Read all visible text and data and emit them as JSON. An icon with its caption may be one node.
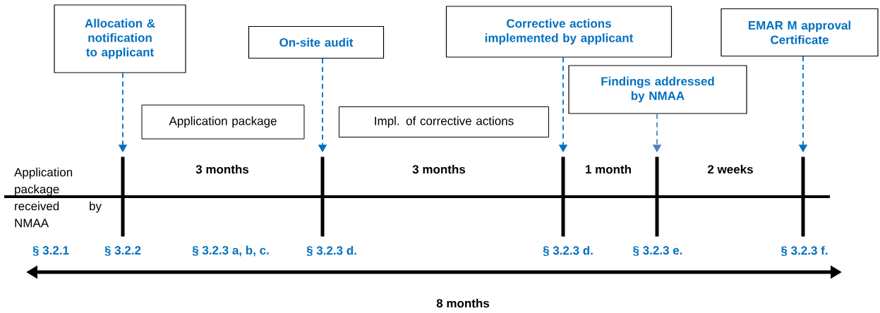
{
  "diagram": {
    "nodes": [
      {
        "text": [
          "Allocation & notification to applicant"
        ]
      },
      {
        "text": [
          "On-site audit"
        ]
      },
      {
        "text": [
          "Corrective actions implemented by applicant"
        ]
      },
      {
        "text": [
          "Findings addressed by NMAA"
        ]
      },
      {
        "text": [
          "EMAR M approval Certificate"
        ]
      },
      {
        "text": [
          "Application package"
        ]
      },
      {
        "text": [
          "Impl. of corrective actions"
        ]
      },
      {
        "text": [],
        "shape": "bar"
      },
      {
        "text": [],
        "shape": "bar"
      },
      {
        "text": [],
        "shape": "bar"
      },
      {
        "text": [],
        "shape": "bar"
      },
      {
        "text": [],
        "shape": "bar"
      }
    ],
    "edges": [
      {
        "from": 0,
        "to": 7,
        "arrow": "to",
        "style": "dashed"
      },
      {
        "from": 1,
        "to": 8,
        "arrow": "to",
        "style": "dashed"
      },
      {
        "from": 2,
        "to": 9,
        "arrow": "to",
        "style": "dashed"
      },
      {
        "from": 3,
        "to": 10,
        "arrow": "to",
        "style": "dashed",
        "color": "#4f81bd"
      },
      {
        "from": 4,
        "to": 11,
        "arrow": "to",
        "style": "dashed"
      }
    ],
    "labels": [
      "Application package received by NMAA",
      "3 months",
      "3 months",
      "1 month",
      "2 weeks",
      "§ 3.2.1",
      "§ 3.2.2",
      "§ 3.2.3 a, b, c.",
      "§ 3.2.3 d.",
      "§ 3.2.3 d.",
      "§ 3.2.3 e.",
      "§ 3.2.3 f.",
      "8 months"
    ]
  }
}
